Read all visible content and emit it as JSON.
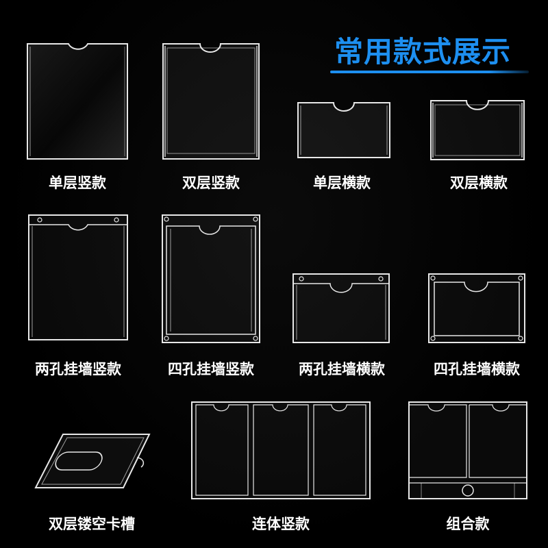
{
  "header": {
    "title": "常用款式展示",
    "accent_color": "#1d8ff0"
  },
  "products": [
    {
      "label": "单层竖款"
    },
    {
      "label": "双层竖款"
    },
    {
      "label": "单层横款"
    },
    {
      "label": "双层横款"
    },
    {
      "label": "两孔挂墙竖款"
    },
    {
      "label": "四孔挂墙竖款"
    },
    {
      "label": "两孔挂墙横款"
    },
    {
      "label": "四孔挂墙横款"
    },
    {
      "label": "双层镂空卡槽"
    },
    {
      "label": "连体竖款"
    },
    {
      "label": "组合款"
    }
  ]
}
